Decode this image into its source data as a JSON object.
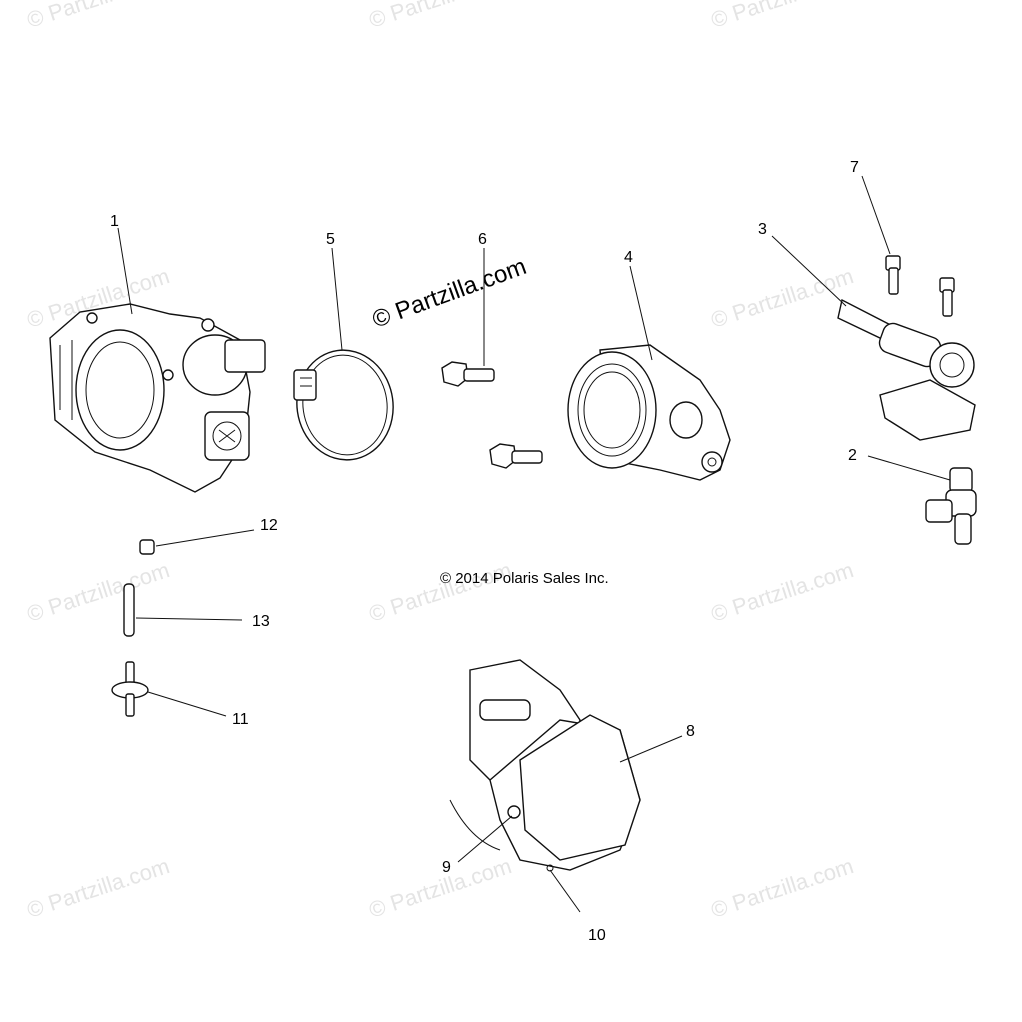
{
  "watermark": {
    "text": "© Partzilla.com",
    "main_text": "© Partzilla.com",
    "color": "#e4e4e4"
  },
  "credit": {
    "text": "© 2014 Polaris Sales Inc."
  },
  "callouts": [
    {
      "id": "1",
      "text": "1",
      "part": "throttle-body-assembly"
    },
    {
      "id": "2",
      "text": "2",
      "part": "fuel-injector"
    },
    {
      "id": "3",
      "text": "3",
      "part": "fuel-rail"
    },
    {
      "id": "4",
      "text": "4",
      "part": "intake-adapter"
    },
    {
      "id": "5",
      "text": "5",
      "part": "hose-clamp"
    },
    {
      "id": "6",
      "text": "6",
      "part": "flange-bolt"
    },
    {
      "id": "7",
      "text": "7",
      "part": "rail-bolt"
    },
    {
      "id": "8",
      "text": "8",
      "part": "actuator-cover"
    },
    {
      "id": "9",
      "text": "9",
      "part": "cover-screw"
    },
    {
      "id": "10",
      "text": "10",
      "part": "cover-gasket"
    },
    {
      "id": "11",
      "text": "11",
      "part": "vent-valve"
    },
    {
      "id": "12",
      "text": "12",
      "part": "plug"
    },
    {
      "id": "13",
      "text": "13",
      "part": "tube"
    }
  ]
}
